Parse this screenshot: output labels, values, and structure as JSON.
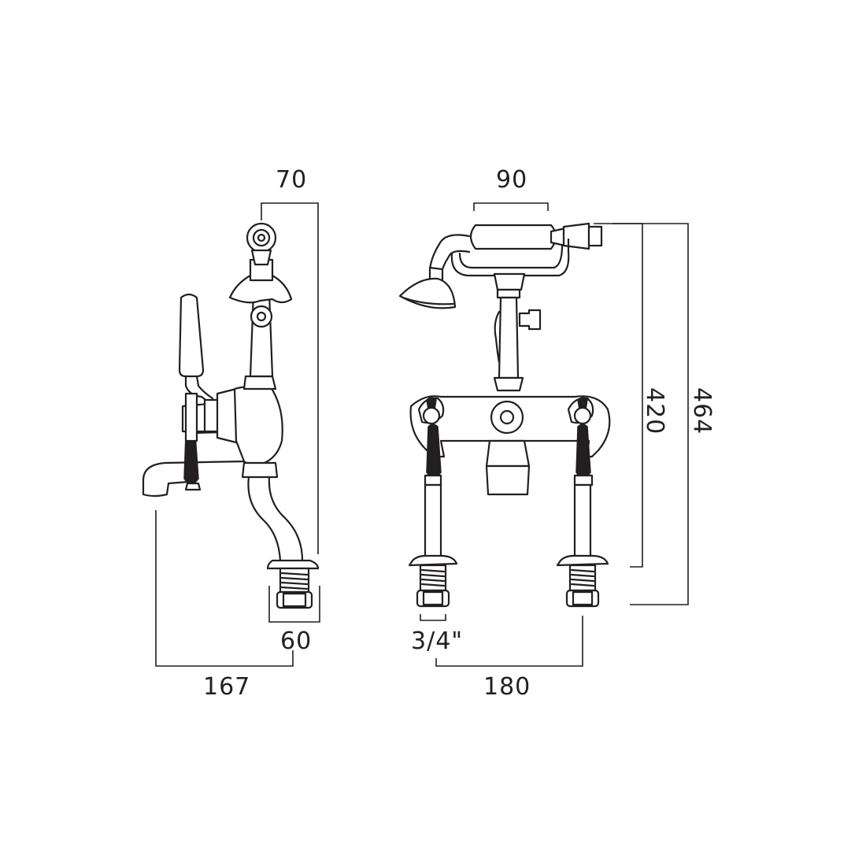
{
  "dimensions": {
    "top_width_side": "70",
    "base_width_side": "60",
    "depth_side": "167",
    "handshower_width_front": "90",
    "thread_size": "3/4\"",
    "centres_front": "180",
    "height_to_deck": "420",
    "overall_height": "464"
  },
  "colors": {
    "line": "#231f20",
    "background": "#ffffff"
  }
}
